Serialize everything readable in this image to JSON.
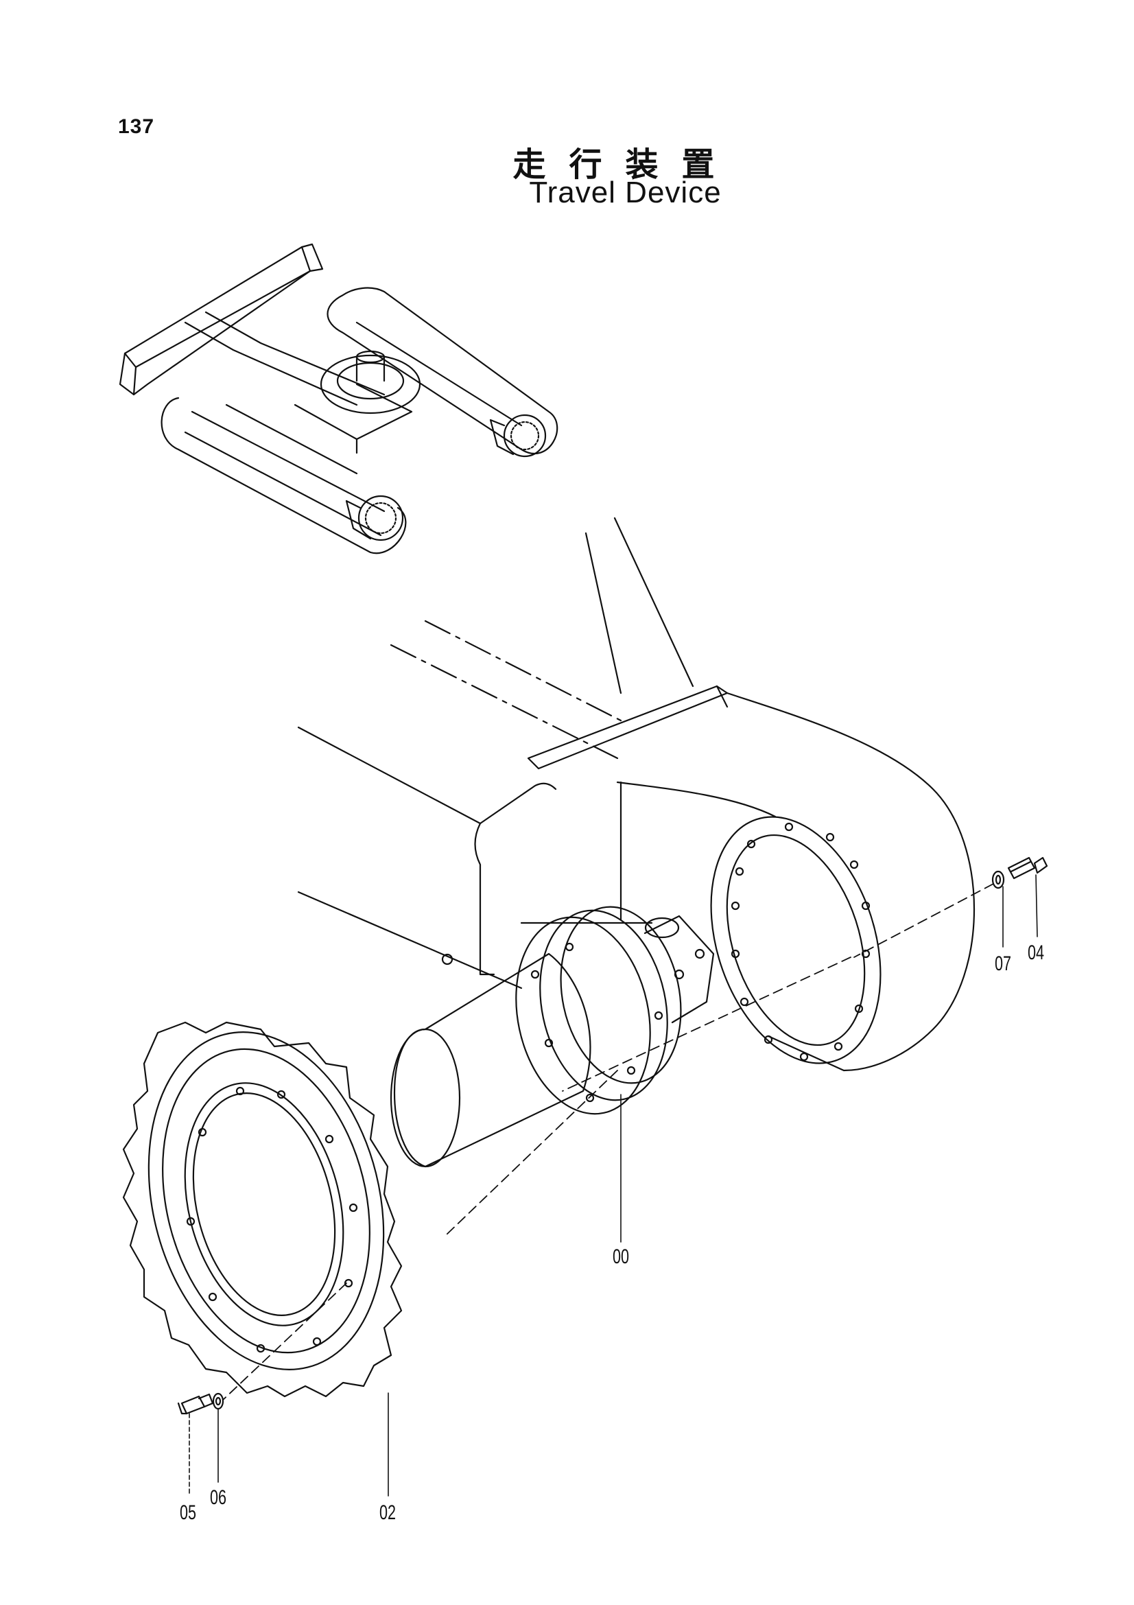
{
  "page_number": "137",
  "title_jp": "走行装置",
  "title_en": "Travel Device",
  "callouts": [
    {
      "id": "00",
      "label": "00"
    },
    {
      "id": "02",
      "label": "02"
    },
    {
      "id": "04",
      "label": "04"
    },
    {
      "id": "05",
      "label": "05"
    },
    {
      "id": "06",
      "label": "06"
    },
    {
      "id": "07",
      "label": "07"
    }
  ]
}
